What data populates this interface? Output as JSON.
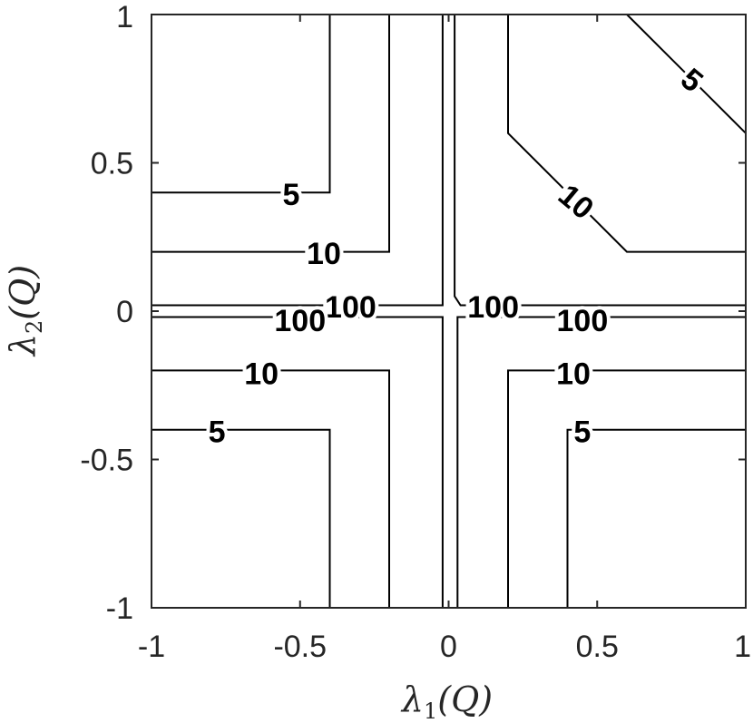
{
  "chart_data": {
    "type": "contour",
    "xlabel": {
      "symbol": "λ",
      "sub": "1",
      "arg": "(Q)"
    },
    "ylabel": {
      "symbol": "λ",
      "sub": "2",
      "arg": "(Q)"
    },
    "xlim": [
      -1,
      1
    ],
    "ylim": [
      -1,
      1
    ],
    "xticks": [
      {
        "value": -1,
        "label": "-1"
      },
      {
        "value": -0.5,
        "label": "-0.5"
      },
      {
        "value": 0,
        "label": "0"
      },
      {
        "value": 0.5,
        "label": "0.5"
      },
      {
        "value": 1,
        "label": "1"
      }
    ],
    "yticks": [
      {
        "value": -1,
        "label": "-1"
      },
      {
        "value": -0.5,
        "label": "-0.5"
      },
      {
        "value": 0,
        "label": "0"
      },
      {
        "value": 0.5,
        "label": "0.5"
      },
      {
        "value": 1,
        "label": "1"
      }
    ],
    "grid": false,
    "line_color": "#000000",
    "axis_color": "#262626",
    "contours": [
      {
        "level": "5",
        "points": [
          [
            -1,
            0.4
          ],
          [
            -0.4,
            0.4
          ],
          [
            -0.4,
            1
          ]
        ]
      },
      {
        "level": "10",
        "points": [
          [
            -1,
            0.2
          ],
          [
            -0.2,
            0.2
          ],
          [
            -0.2,
            1
          ]
        ]
      },
      {
        "level": "100",
        "points": [
          [
            -1,
            0.02
          ],
          [
            -0.02,
            0.02
          ],
          [
            -0.02,
            1
          ]
        ]
      },
      {
        "level": "100",
        "points": [
          [
            0.02,
            1
          ],
          [
            0.02,
            0.05
          ],
          [
            0.04,
            0.02
          ],
          [
            1,
            0.02
          ]
        ]
      },
      {
        "level": "10",
        "points": [
          [
            0.2,
            1
          ],
          [
            0.2,
            0.6
          ],
          [
            0.6,
            0.2
          ],
          [
            1,
            0.2
          ]
        ]
      },
      {
        "level": "5",
        "points": [
          [
            0.6,
            1
          ],
          [
            1,
            0.6
          ]
        ]
      },
      {
        "level": "100",
        "points": [
          [
            -1,
            -0.02
          ],
          [
            -0.02,
            -0.02
          ],
          [
            -0.02,
            -1
          ]
        ]
      },
      {
        "level": "10",
        "points": [
          [
            -1,
            -0.2
          ],
          [
            -0.2,
            -0.2
          ],
          [
            -0.2,
            -1
          ]
        ]
      },
      {
        "level": "5",
        "points": [
          [
            -1,
            -0.4
          ],
          [
            -0.4,
            -0.4
          ],
          [
            -0.4,
            -1
          ]
        ]
      },
      {
        "level": "100",
        "points": [
          [
            0.03,
            -1
          ],
          [
            0.03,
            -0.02
          ],
          [
            1,
            -0.02
          ]
        ]
      },
      {
        "level": "10",
        "points": [
          [
            0.2,
            -1
          ],
          [
            0.2,
            -0.2
          ],
          [
            1,
            -0.2
          ]
        ]
      },
      {
        "level": "5",
        "points": [
          [
            0.4,
            -1
          ],
          [
            0.4,
            -0.4
          ],
          [
            1,
            -0.4
          ]
        ]
      }
    ],
    "contour_labels": [
      {
        "text": "5",
        "x": -0.53,
        "y": 0.395,
        "angle": 0
      },
      {
        "text": "10",
        "x": -0.42,
        "y": 0.195,
        "angle": 0
      },
      {
        "text": "100",
        "x": -0.33,
        "y": 0.015,
        "angle": 0
      },
      {
        "text": "100",
        "x": -0.5,
        "y": -0.03,
        "angle": 0
      },
      {
        "text": "100",
        "x": 0.15,
        "y": 0.015,
        "angle": 0
      },
      {
        "text": "100",
        "x": 0.45,
        "y": -0.03,
        "angle": 0
      },
      {
        "text": "10",
        "x": 0.43,
        "y": 0.37,
        "angle": 40
      },
      {
        "text": "5",
        "x": 0.82,
        "y": 0.78,
        "angle": 40
      },
      {
        "text": "10",
        "x": -0.63,
        "y": -0.21,
        "angle": 0
      },
      {
        "text": "10",
        "x": 0.42,
        "y": -0.21,
        "angle": 0
      },
      {
        "text": "5",
        "x": -0.78,
        "y": -0.405,
        "angle": 0
      },
      {
        "text": "5",
        "x": 0.45,
        "y": -0.405,
        "angle": 0
      }
    ]
  }
}
